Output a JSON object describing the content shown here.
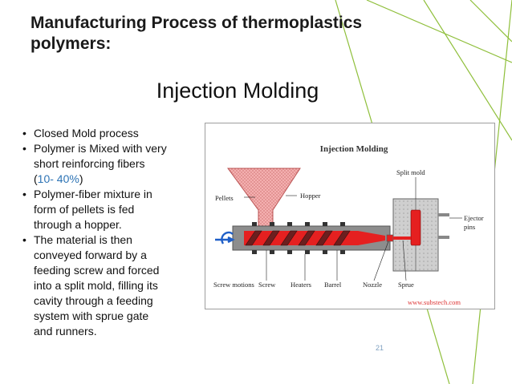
{
  "slide": {
    "title_lines": [
      "Manufacturing Process of thermoplastics",
      "polymers:"
    ],
    "subtitle": "Injection Molding",
    "bullets": [
      {
        "lines": [
          "Closed Mold process"
        ]
      },
      {
        "lines": [
          "Polymer is Mixed with very",
          "short reinforcing fibers"
        ],
        "extra_before": "(",
        "extra_accent": "10- 40%",
        "extra_after": ")"
      },
      {
        "lines": [
          "Polymer-fiber mixture in",
          "form of pellets is fed",
          "through a hopper."
        ]
      },
      {
        "lines": [
          "The material is then",
          "conveyed forward by a",
          "feeding screw and forced",
          "into a split mold, filling its",
          "cavity through a feeding",
          "system with sprue gate",
          "and runners."
        ]
      }
    ],
    "page_number": "21",
    "accent_color": "#2e74b5",
    "decoration_color": "#8fbf3b"
  },
  "diagram": {
    "title": "Injection Molding",
    "labels": {
      "pellets": "Pellets",
      "hopper": "Hopper",
      "split_mold": "Split mold",
      "ejector": "Ejector",
      "pins": "pins",
      "screw_motions": "Screw motions",
      "screw": "Screw",
      "heaters": "Heaters",
      "barrel": "Barrel",
      "nozzle": "Nozzle",
      "sprue": "Sprue"
    },
    "url": "www.substech.com",
    "colors": {
      "pellets": "#f1a3a3",
      "melt": "#e52020",
      "mold": "#c8c8c8",
      "url": "#d33",
      "arrow": "#1f5fc8"
    }
  }
}
